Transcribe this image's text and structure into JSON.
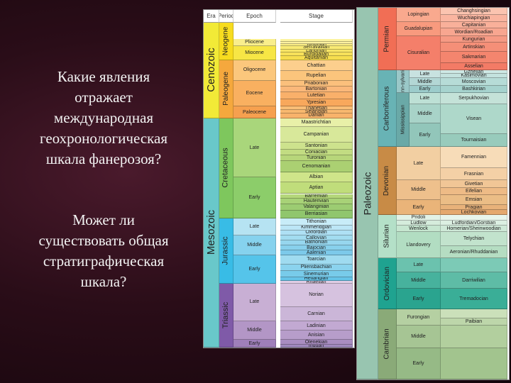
{
  "text_blocks": [
    [
      "Какие явления",
      "отражает",
      "международная",
      "геохронологическая",
      "шкала фанерозоя?"
    ],
    [
      "Может ли",
      "существовать общая",
      "стратиграфическая",
      "шкала?"
    ]
  ],
  "chart1": {
    "headers": [
      "Era",
      "Period",
      "Epoch",
      "Stage"
    ],
    "eras": [
      {
        "label": "Cenozoic",
        "start": 0,
        "end": 140,
        "color": "#f2ea37",
        "fs": 15
      },
      {
        "label": "Mesozoic",
        "start": 140,
        "end": 476,
        "color": "#69c8ca",
        "fs": 15
      }
    ],
    "periods": [
      {
        "label": "Neogene",
        "start": 0,
        "end": 55,
        "color": "#f7dc1f",
        "fs": 10
      },
      {
        "label": "Paleogene",
        "start": 55,
        "end": 140,
        "color": "#f5a83d",
        "fs": 10
      },
      {
        "label": "Cretaceous",
        "start": 140,
        "end": 287,
        "color": "#7ec75d",
        "fs": 11
      },
      {
        "label": "Jurassic",
        "start": 287,
        "end": 382,
        "color": "#38bce6",
        "fs": 11
      },
      {
        "label": "Triassic",
        "start": 382,
        "end": 476,
        "color": "#7f5aa8",
        "fs": 11
      }
    ],
    "epochs": [
      {
        "label": "Pliocene",
        "start": 24,
        "end": 34,
        "color": "#f9ee8c"
      },
      {
        "label": "Miocene",
        "start": 34,
        "end": 55,
        "color": "#f7e645"
      },
      {
        "label": "Oligocene",
        "start": 55,
        "end": 85,
        "color": "#fbc77c"
      },
      {
        "label": "Eocene",
        "start": 85,
        "end": 123,
        "color": "#f9b060"
      },
      {
        "label": "Paleocene",
        "start": 123,
        "end": 140,
        "color": "#f6a04f"
      },
      {
        "label": "Late",
        "start": 140,
        "end": 227,
        "color": "#a9d67b"
      },
      {
        "label": "Early",
        "start": 227,
        "end": 287,
        "color": "#8ccd6a"
      },
      {
        "label": "Late",
        "start": 287,
        "end": 312,
        "color": "#b6e3f2"
      },
      {
        "label": "Middle",
        "start": 312,
        "end": 341,
        "color": "#86d2ee"
      },
      {
        "label": "Early",
        "start": 341,
        "end": 382,
        "color": "#55c4ea"
      },
      {
        "label": "Late",
        "start": 382,
        "end": 438,
        "color": "#c8afd4"
      },
      {
        "label": "Middle",
        "start": 438,
        "end": 465,
        "color": "#b396c6"
      },
      {
        "label": "Early",
        "start": 465,
        "end": 476,
        "color": "#9f7fba"
      }
    ],
    "stages": [
      {
        "label": "",
        "start": 24,
        "end": 28,
        "color": "#fcf39f"
      },
      {
        "label": "",
        "start": 28,
        "end": 31,
        "color": "#fcf2a2"
      },
      {
        "label": "Tortonian",
        "start": 31,
        "end": 34,
        "color": "#faed85"
      },
      {
        "label": "Serravallian",
        "start": 34,
        "end": 39,
        "color": "#f9ea73"
      },
      {
        "label": "Langhian",
        "start": 39,
        "end": 44,
        "color": "#f8e566"
      },
      {
        "label": "Burdigalian",
        "start": 44,
        "end": 49,
        "color": "#f7e15a"
      },
      {
        "label": "Aquitanian",
        "start": 49,
        "end": 55,
        "color": "#f6dd4e"
      },
      {
        "label": "Chattian",
        "start": 55,
        "end": 71,
        "color": "#fccf8d"
      },
      {
        "label": "Rupelian",
        "start": 71,
        "end": 85,
        "color": "#fbc57c"
      },
      {
        "label": "Priabonian",
        "start": 85,
        "end": 94,
        "color": "#fbc07c"
      },
      {
        "label": "Bartonian",
        "start": 94,
        "end": 102,
        "color": "#fab87a"
      },
      {
        "label": "Lutetian",
        "start": 102,
        "end": 112,
        "color": "#f9b06a"
      },
      {
        "label": "Ypresian",
        "start": 112,
        "end": 123,
        "color": "#f8a85c"
      },
      {
        "label": "Thanetian",
        "start": 123,
        "end": 128,
        "color": "#f9be77"
      },
      {
        "label": "Selandian",
        "start": 128,
        "end": 133,
        "color": "#f8b86f"
      },
      {
        "label": "Danian",
        "start": 133,
        "end": 140,
        "color": "#f8b36b"
      },
      {
        "label": "Maastrichtian",
        "start": 140,
        "end": 153,
        "color": "#e8f0a8"
      },
      {
        "label": "Campanian",
        "start": 153,
        "end": 176,
        "color": "#d8e89a"
      },
      {
        "label": "Santonian",
        "start": 176,
        "end": 186,
        "color": "#cde28d"
      },
      {
        "label": "Coniacian",
        "start": 186,
        "end": 194,
        "color": "#c2dc82"
      },
      {
        "label": "Turonian",
        "start": 194,
        "end": 203,
        "color": "#b7d67a"
      },
      {
        "label": "Cenomanian",
        "start": 203,
        "end": 219,
        "color": "#abd072"
      },
      {
        "label": "Albian",
        "start": 219,
        "end": 234,
        "color": "#cfe58a"
      },
      {
        "label": "Aptian",
        "start": 234,
        "end": 251,
        "color": "#c0dd7b"
      },
      {
        "label": "Barremian",
        "start": 251,
        "end": 258,
        "color": "#b4d77a"
      },
      {
        "label": "Hauterivian",
        "start": 258,
        "end": 266,
        "color": "#a8d277"
      },
      {
        "label": "Valanginian",
        "start": 266,
        "end": 275,
        "color": "#9ccc72"
      },
      {
        "label": "Berriasian",
        "start": 275,
        "end": 287,
        "color": "#90c66d"
      },
      {
        "label": "Tithonian",
        "start": 287,
        "end": 297,
        "color": "#c8ecf8"
      },
      {
        "label": "Kimmeridgian",
        "start": 297,
        "end": 304,
        "color": "#bce6f6"
      },
      {
        "label": "Oxfordian",
        "start": 304,
        "end": 312,
        "color": "#aee0f4"
      },
      {
        "label": "Callovian",
        "start": 312,
        "end": 319,
        "color": "#a2dcf0"
      },
      {
        "label": "Bathonian",
        "start": 319,
        "end": 326,
        "color": "#96d6ee"
      },
      {
        "label": "Bajocian",
        "start": 326,
        "end": 334,
        "color": "#88d0ec"
      },
      {
        "label": "Aalenian",
        "start": 334,
        "end": 341,
        "color": "#7cc9ea"
      },
      {
        "label": "Toarcian",
        "start": 341,
        "end": 354,
        "color": "#9fdbf0"
      },
      {
        "label": "Pliensbachian",
        "start": 354,
        "end": 364,
        "color": "#8bd3ee"
      },
      {
        "label": "Sinemurian",
        "start": 364,
        "end": 373,
        "color": "#78cbea"
      },
      {
        "label": "Hettangian",
        "start": 373,
        "end": 378,
        "color": "#66c4e8"
      },
      {
        "label": "Rhaetian",
        "start": 378,
        "end": 382,
        "color": "#e0cde5"
      },
      {
        "label": "Norian",
        "start": 382,
        "end": 417,
        "color": "#d6c2df"
      },
      {
        "label": "Carnian",
        "start": 417,
        "end": 438,
        "color": "#cbb6d8"
      },
      {
        "label": "Ladinian",
        "start": 438,
        "end": 451,
        "color": "#c2a9d2"
      },
      {
        "label": "Anisian",
        "start": 451,
        "end": 465,
        "color": "#b79dca"
      },
      {
        "label": "Olenekian",
        "start": 465,
        "end": 472,
        "color": "#a98dc1"
      },
      {
        "label": "Induan",
        "start": 472,
        "end": 476,
        "color": "#a08abf"
      }
    ]
  },
  "chart2": {
    "eras": [
      {
        "label": "Paleozoic",
        "start": 0,
        "end": 524,
        "color": "#98c5b0",
        "fs": 14
      }
    ],
    "periods": [
      {
        "label": "Permian",
        "start": 0,
        "end": 88,
        "color": "#f16e55",
        "fs": 10
      },
      {
        "label": "Carboniferous",
        "start": 88,
        "end": 196,
        "color": "#68b3b5",
        "fs": 10
      },
      {
        "label": "Devonian",
        "start": 196,
        "end": 292,
        "color": "#c88b46",
        "fs": 10
      },
      {
        "label": "Silurian",
        "start": 292,
        "end": 353,
        "color": "#b4e0c8",
        "fs": 10
      },
      {
        "label": "Ordovician",
        "start": 353,
        "end": 425,
        "color": "#1fa390",
        "fs": 10
      },
      {
        "label": "Cambrian",
        "start": 425,
        "end": 524,
        "color": "#8aaa78",
        "fs": 10
      }
    ],
    "subperiods": [
      {
        "label": "Penn-sylvanian",
        "start": 88,
        "end": 120,
        "color": "#9ac8c8"
      },
      {
        "label": "Mississippian",
        "start": 120,
        "end": 196,
        "color": "#6aa9a7"
      }
    ],
    "epochs": [
      {
        "label": "Lopingian",
        "start": 0,
        "end": 20,
        "color": "#f9a98e"
      },
      {
        "label": "Guadalupian",
        "start": 20,
        "end": 40,
        "color": "#f89a7e"
      },
      {
        "label": "Cisuralian",
        "start": 40,
        "end": 88,
        "color": "#f47f6a"
      },
      {
        "label": "Late",
        "start": 88,
        "end": 99,
        "color": "#c8e2e0"
      },
      {
        "label": "Middle",
        "start": 99,
        "end": 110,
        "color": "#b3d7d5"
      },
      {
        "label": "Early",
        "start": 110,
        "end": 120,
        "color": "#9ccccb"
      },
      {
        "label": "Late",
        "start": 120,
        "end": 136,
        "color": "#bde0d5"
      },
      {
        "label": "Middle",
        "start": 136,
        "end": 163,
        "color": "#a8d3c8"
      },
      {
        "label": "Early",
        "start": 163,
        "end": 196,
        "color": "#92c6ba"
      },
      {
        "label": "Late",
        "start": 196,
        "end": 243,
        "color": "#f2cfa2"
      },
      {
        "label": "Middle",
        "start": 243,
        "end": 271,
        "color": "#eec08c"
      },
      {
        "label": "Early",
        "start": 271,
        "end": 292,
        "color": "#eab479"
      },
      {
        "label": "Pridoli",
        "start": 292,
        "end": 300,
        "color": "#e2f2e6"
      },
      {
        "label": "Ludlow",
        "start": 300,
        "end": 307,
        "color": "#d5ecdc"
      },
      {
        "label": "Wenlock",
        "start": 307,
        "end": 316,
        "color": "#c6e6d0"
      },
      {
        "label": "Llandovery",
        "start": 316,
        "end": 353,
        "color": "#b2ddc2"
      },
      {
        "label": "Late",
        "start": 353,
        "end": 373,
        "color": "#6bc2ae"
      },
      {
        "label": "Middle",
        "start": 373,
        "end": 396,
        "color": "#47b29d"
      },
      {
        "label": "Early",
        "start": 396,
        "end": 425,
        "color": "#2aa48f"
      },
      {
        "label": "Furongian",
        "start": 425,
        "end": 448,
        "color": "#b5d0a2"
      },
      {
        "label": "Middle",
        "start": 448,
        "end": 480,
        "color": "#a6c594"
      },
      {
        "label": "Early",
        "start": 480,
        "end": 524,
        "color": "#96ba86"
      }
    ],
    "stages": [
      {
        "label": "Changhsingian",
        "start": 0,
        "end": 10,
        "color": "#fbc4b0"
      },
      {
        "label": "Wuchiapingian",
        "start": 10,
        "end": 20,
        "color": "#fab5a0"
      },
      {
        "label": "Capitanian",
        "start": 20,
        "end": 29,
        "color": "#f9b09a"
      },
      {
        "label": "Wordian/Roadian",
        "start": 29,
        "end": 40,
        "color": "#f8a690"
      },
      {
        "label": "Kungurian",
        "start": 40,
        "end": 49,
        "color": "#f69a84"
      },
      {
        "label": "Artinskian",
        "start": 49,
        "end": 62,
        "color": "#f58f78"
      },
      {
        "label": "Sakmarian",
        "start": 62,
        "end": 78,
        "color": "#f4856e"
      },
      {
        "label": "Asselian",
        "start": 78,
        "end": 88,
        "color": "#f37b66"
      },
      {
        "label": "Gzhelian",
        "start": 88,
        "end": 93,
        "color": "#cde8e4"
      },
      {
        "label": "Kasimovian",
        "start": 93,
        "end": 99,
        "color": "#c4e2de"
      },
      {
        "label": "Moscovian",
        "start": 99,
        "end": 110,
        "color": "#b6dcd7"
      },
      {
        "label": "Bashkirian",
        "start": 110,
        "end": 120,
        "color": "#a6d3ce"
      },
      {
        "label": "Serpukhovian",
        "start": 120,
        "end": 136,
        "color": "#c4e2d8"
      },
      {
        "label": "Visean",
        "start": 136,
        "end": 178,
        "color": "#aed8ca"
      },
      {
        "label": "Tournaisian",
        "start": 178,
        "end": 196,
        "color": "#98cbbc"
      },
      {
        "label": "Famennian",
        "start": 196,
        "end": 226,
        "color": "#f7dcb8"
      },
      {
        "label": "Frasnian",
        "start": 226,
        "end": 243,
        "color": "#f4d0a6"
      },
      {
        "label": "Givetian",
        "start": 243,
        "end": 254,
        "color": "#f1c696"
      },
      {
        "label": "Eifelian",
        "start": 254,
        "end": 264,
        "color": "#eebb86"
      },
      {
        "label": "Emsian",
        "start": 264,
        "end": 278,
        "color": "#ebbd86"
      },
      {
        "label": "Pragian",
        "start": 278,
        "end": 285,
        "color": "#e8b27a"
      },
      {
        "label": "Lochkovian",
        "start": 285,
        "end": 292,
        "color": "#e5a86e"
      },
      {
        "label": "",
        "start": 292,
        "end": 300,
        "color": "#e8f5ec"
      },
      {
        "label": "Ludfordian/Gorstian",
        "start": 300,
        "end": 307,
        "color": "#dcefe2"
      },
      {
        "label": "Homerian/Sheinwoodian",
        "start": 307,
        "end": 316,
        "color": "#cfe9d8"
      },
      {
        "label": "Telychian",
        "start": 316,
        "end": 336,
        "color": "#c2e3cd"
      },
      {
        "label": "Aeronian/Rhuddanian",
        "start": 336,
        "end": 353,
        "color": "#b5ddc2"
      },
      {
        "label": "",
        "start": 353,
        "end": 373,
        "color": "#7ccab6"
      },
      {
        "label": "Darriwilian",
        "start": 373,
        "end": 396,
        "color": "#5ebca6"
      },
      {
        "label": "Tremadocian",
        "start": 396,
        "end": 425,
        "color": "#3aae97"
      },
      {
        "label": "",
        "start": 425,
        "end": 438,
        "color": "#cbe0ba"
      },
      {
        "label": "Paibian",
        "start": 438,
        "end": 448,
        "color": "#bdd6aa"
      },
      {
        "label": "",
        "start": 448,
        "end": 480,
        "color": "#b2cf9e"
      },
      {
        "label": "",
        "start": 480,
        "end": 524,
        "color": "#a2c48e"
      }
    ]
  }
}
